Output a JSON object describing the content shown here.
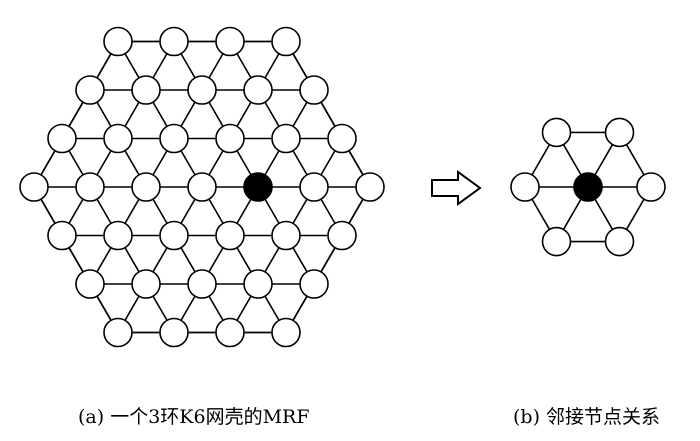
{
  "captions": {
    "a": "(a) 一个3环K6网壳的MRF",
    "b": "(b) 邻接节点关系"
  },
  "colors": {
    "line": "#000000",
    "node_fill": "#ffffff",
    "center_fill": "#000000"
  },
  "icons": {
    "arrow": "hollow-right-arrow"
  }
}
